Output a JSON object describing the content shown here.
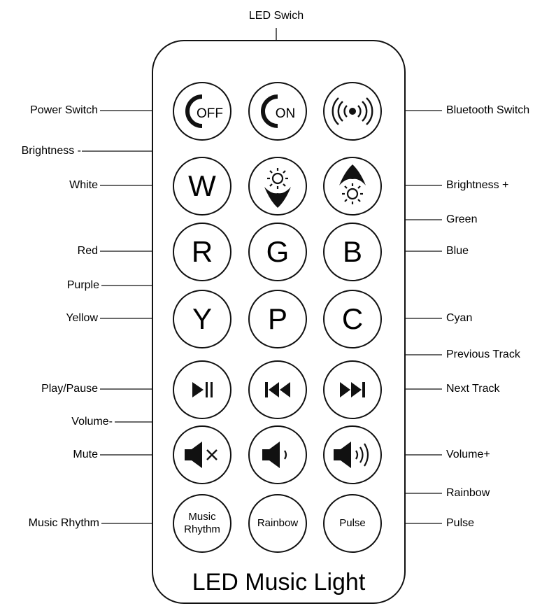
{
  "remote": {
    "title": "LED Music Light",
    "buttons": {
      "off": {
        "label": "OFF",
        "icon": "power-off-icon"
      },
      "on": {
        "label": "ON",
        "icon": "power-on-icon"
      },
      "bluetooth": {
        "icon": "bluetooth-signal-icon"
      },
      "white": {
        "label": "W"
      },
      "brightness_down": {
        "icon": "brightness-down-icon"
      },
      "brightness_up": {
        "icon": "brightness-up-icon"
      },
      "red": {
        "label": "R"
      },
      "green": {
        "label": "G"
      },
      "blue": {
        "label": "B"
      },
      "yellow": {
        "label": "Y"
      },
      "purple": {
        "label": "P"
      },
      "cyan": {
        "label": "C"
      },
      "play_pause": {
        "icon": "play-pause-icon"
      },
      "previous": {
        "icon": "previous-track-icon"
      },
      "next": {
        "icon": "next-track-icon"
      },
      "mute": {
        "icon": "mute-icon"
      },
      "volume_down": {
        "icon": "volume-down-icon"
      },
      "volume_up": {
        "icon": "volume-up-icon"
      },
      "music_rhythm": {
        "label": "Music\nRhythm"
      },
      "rainbow": {
        "label": "Rainbow"
      },
      "pulse": {
        "label": "Pulse"
      }
    }
  },
  "callouts": {
    "led_switch": "LED Swich",
    "power_switch": "Power Switch",
    "bluetooth_switch": "Bluetooth Switch",
    "brightness_minus": "Brightness -",
    "white": "White",
    "brightness_plus": "Brightness +",
    "green": "Green",
    "red": "Red",
    "blue": "Blue",
    "purple": "Purple",
    "yellow": "Yellow",
    "cyan": "Cyan",
    "previous_track": "Previous Track",
    "play_pause": "Play/Pause",
    "next_track": "Next Track",
    "volume_minus": "Volume-",
    "mute": "Mute",
    "volume_plus": "Volume+",
    "rainbow": "Rainbow",
    "music_rhythm": "Music Rhythm",
    "pulse": "Pulse"
  }
}
